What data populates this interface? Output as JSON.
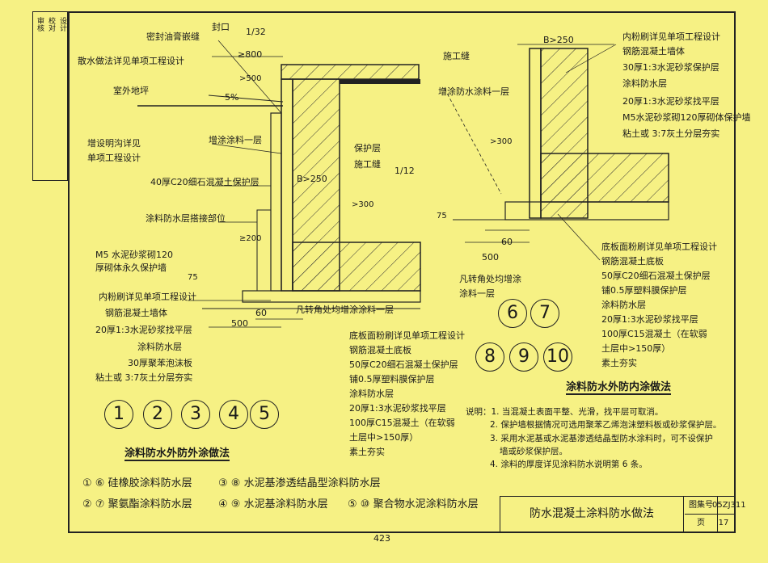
{
  "approval": {
    "row1": "审核",
    "row2": "校对",
    "row3": "设计"
  },
  "left": {
    "labels": [
      "密封油膏嵌缝",
      "封口",
      "1/32",
      "散水做法详见单项工程设计",
      "≥800",
      ">500",
      "室外地坪",
      "5%",
      "增涂涂料一层",
      "增设明沟详见",
      "单项工程设计",
      "保护层",
      "施工缝",
      "1/12",
      "B>250",
      "40厚C20细石混凝土保护层",
      ">300",
      "涂料防水层搭接部位",
      "≥200",
      "M5 水泥砂浆砌120",
      "厚砌体永久保护墙",
      "75",
      "内粉刷详见单项工程设计",
      "钢筋混凝土墙体",
      "60",
      "凡转角处均增涂涂料一层",
      "500",
      "20厚1:3水泥砂浆找平层",
      "涂料防水层",
      "30厚聚苯泡沫板",
      "粘土或 3:7灰土分层夯实",
      "底板面粉刷详见单项工程设计",
      "钢筋混凝土底板",
      "50厚C20细石混凝土保护层",
      "铺0.5厚塑料膜保护层",
      "涂料防水层",
      "20厚1:3水泥砂浆找平层",
      "100厚C15混凝土（在软弱",
      "土层中>150厚）",
      "素土夯实"
    ]
  },
  "right": {
    "labels": [
      "B>250",
      "内粉刷详见单项工程设计",
      "钢筋混凝土墙体",
      "施工缝",
      "30厚1:3水泥砂浆保护层",
      "涂料防水层",
      "增涂防水涂料一层",
      "20厚1:3水泥砂浆找平层",
      "M5水泥砂浆砌120厚砌体保护墙",
      "粘土或 3:7灰土分层夯实",
      ">300",
      "75",
      "60",
      "底板面粉刷详见单项工程设计",
      "500",
      "钢筋混凝土底板",
      "50厚C20细石混凝土保护层",
      "凡转角处均增涂",
      "铺0.5厚塑料膜保护层",
      "涂料一层",
      "涂料防水层",
      "20厚1:3水泥砂浆找平层",
      "100厚C15混凝土（在软弱",
      "土层中>150厚）",
      "素土夯实"
    ]
  },
  "details": {
    "left": [
      "1",
      "2",
      "3",
      "4",
      "5"
    ],
    "right": [
      "6",
      "7",
      "8",
      "9",
      "10"
    ]
  },
  "titles": {
    "outer": "涂料防水外防外涂做法",
    "inner": "涂料防水外防内涂做法"
  },
  "legend": [
    "① ⑥ 硅橡胶涂料防水层",
    "③ ⑧ 水泥基渗透结晶型涂料防水层",
    "② ⑦ 聚氨酯涂料防水层",
    "④ ⑨ 水泥基涂料防水层",
    "⑤ ⑩ 聚合物水泥涂料防水层"
  ],
  "notes": [
    "说明：1. 当混凝土表面平整、光滑，找平层可取消。",
    "2. 保护墙根据情况可选用聚苯乙烯泡沫塑料板或砂浆保护层。",
    "3. 采用水泥基或水泥基渗透结晶型防水涂料时，可不设保护",
    "墙或砂浆保护层。",
    "4. 涂料的厚度详见涂料防水说明第 6 条。"
  ],
  "titleblock": {
    "title": "防水混凝土涂料防水做法",
    "atlas_label": "图集号",
    "atlas_no": "05ZJ311",
    "page_label": "页",
    "page_no": "17"
  },
  "page": "423"
}
